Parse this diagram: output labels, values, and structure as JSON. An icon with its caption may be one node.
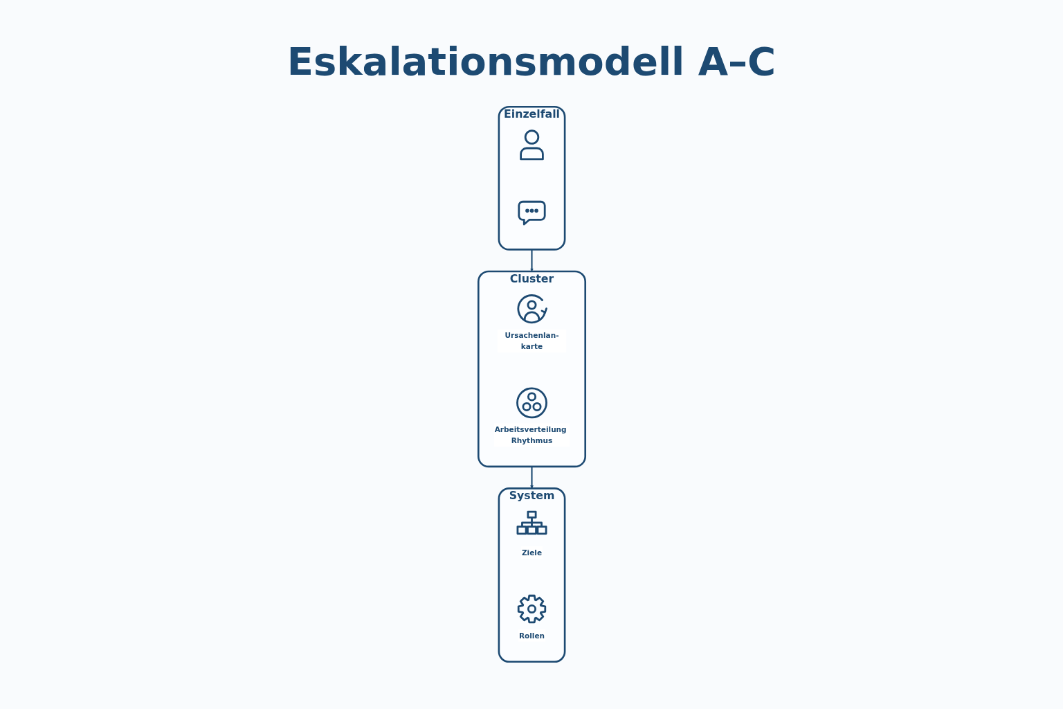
{
  "diagram": {
    "title": "Eskalationsmodell A–C",
    "nodes": [
      {
        "text": [
          "Einzelfall"
        ]
      },
      {
        "text": [],
        "shape": "person",
        "in": 0
      },
      {
        "text": [],
        "shape": "picture",
        "in": 0
      },
      {
        "text": [
          "Cluster"
        ]
      },
      {
        "text": [
          "Ursachenlan-karte"
        ],
        "in": 3
      },
      {
        "text": [
          "Arbeitsverteilung Rhythmus"
        ],
        "in": 3
      },
      {
        "text": [
          "System"
        ]
      },
      {
        "text": [
          "Ziele"
        ],
        "in": 6
      },
      {
        "text": [
          "Rollen"
        ],
        "in": 6
      }
    ],
    "edges": [
      {
        "from": 0,
        "to": 3,
        "arrow": "to"
      },
      {
        "from": 3,
        "to": 6,
        "arrow": "to"
      }
    ]
  }
}
